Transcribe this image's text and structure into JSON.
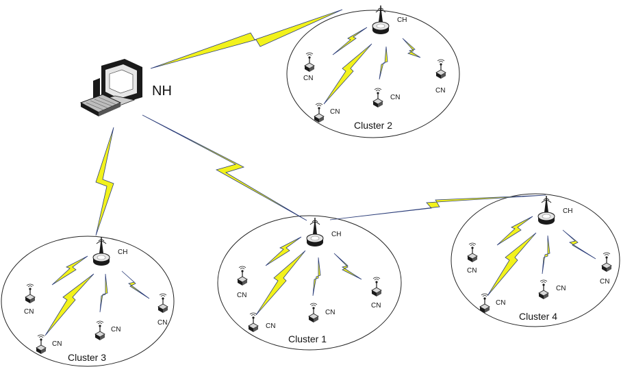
{
  "nh": {
    "label": "NH",
    "icon": "computer-icon"
  },
  "clusters": [
    {
      "id": "cluster-1",
      "label": "Cluster 1",
      "head": {
        "label": "CH",
        "icon": "router-antenna-icon"
      },
      "nodes": [
        "CN",
        "CN",
        "CN",
        "CN"
      ]
    },
    {
      "id": "cluster-2",
      "label": "Cluster 2",
      "head": {
        "label": "CH",
        "icon": "router-antenna-icon"
      },
      "nodes": [
        "CN",
        "CN",
        "CN",
        "CN"
      ]
    },
    {
      "id": "cluster-3",
      "label": "Cluster 3",
      "head": {
        "label": "CH",
        "icon": "router-antenna-icon"
      },
      "nodes": [
        "CN",
        "CN",
        "CN",
        "CN"
      ]
    },
    {
      "id": "cluster-4",
      "label": "Cluster 4",
      "head": {
        "label": "CH",
        "icon": "router-antenna-icon"
      },
      "nodes": [
        "CN",
        "CN",
        "CN",
        "CN"
      ]
    }
  ],
  "links": [
    {
      "from": "NH",
      "to": "Cluster 2 CH"
    },
    {
      "from": "NH",
      "to": "Cluster 1 CH"
    },
    {
      "from": "NH",
      "to": "Cluster 3 CH"
    },
    {
      "from": "Cluster 1 CH",
      "to": "Cluster 4 CH"
    }
  ],
  "colors": {
    "bolt": "#f2f21c",
    "bolt_outline": "#2c3e7a",
    "device_dark": "#1a1a1a",
    "device_light": "#e6e6e6",
    "ellipse": "#222222"
  }
}
